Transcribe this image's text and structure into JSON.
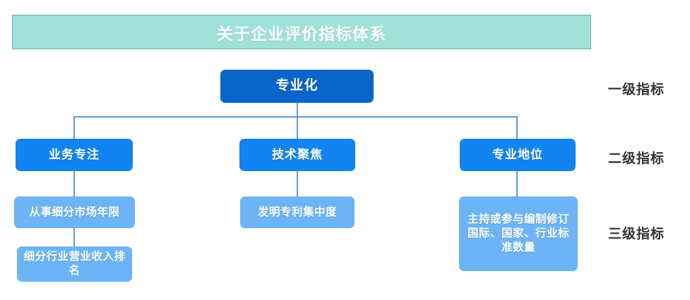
{
  "banner": {
    "title": "关于企业评价指标体系",
    "bg_color": "#9fe1d9",
    "border_color": "#5fb3aa",
    "text_color": "#ffffff"
  },
  "colors": {
    "level1_node": "#0b64c8",
    "level2_node": "#1284f0",
    "level3_node": "#6cb4f5",
    "connector_line": "#5b9bd5",
    "page_background": "#ffffff",
    "level_label_text": "#333333"
  },
  "level_labels": [
    {
      "text": "一级指标"
    },
    {
      "text": "二级指标"
    },
    {
      "text": "三级指标"
    }
  ],
  "hierarchy": {
    "root": {
      "label": "专业化"
    },
    "branches": [
      {
        "label": "业务专注",
        "children": [
          {
            "label": "从事细分市场年限"
          },
          {
            "label": "细分行业营业收入排名"
          }
        ]
      },
      {
        "label": "技术聚焦",
        "children": [
          {
            "label": "发明专利集中度"
          }
        ]
      },
      {
        "label": "专业地位",
        "children": [
          {
            "label": "主持或参与编制修订国际、国家、行业标准数量"
          }
        ]
      }
    ]
  }
}
